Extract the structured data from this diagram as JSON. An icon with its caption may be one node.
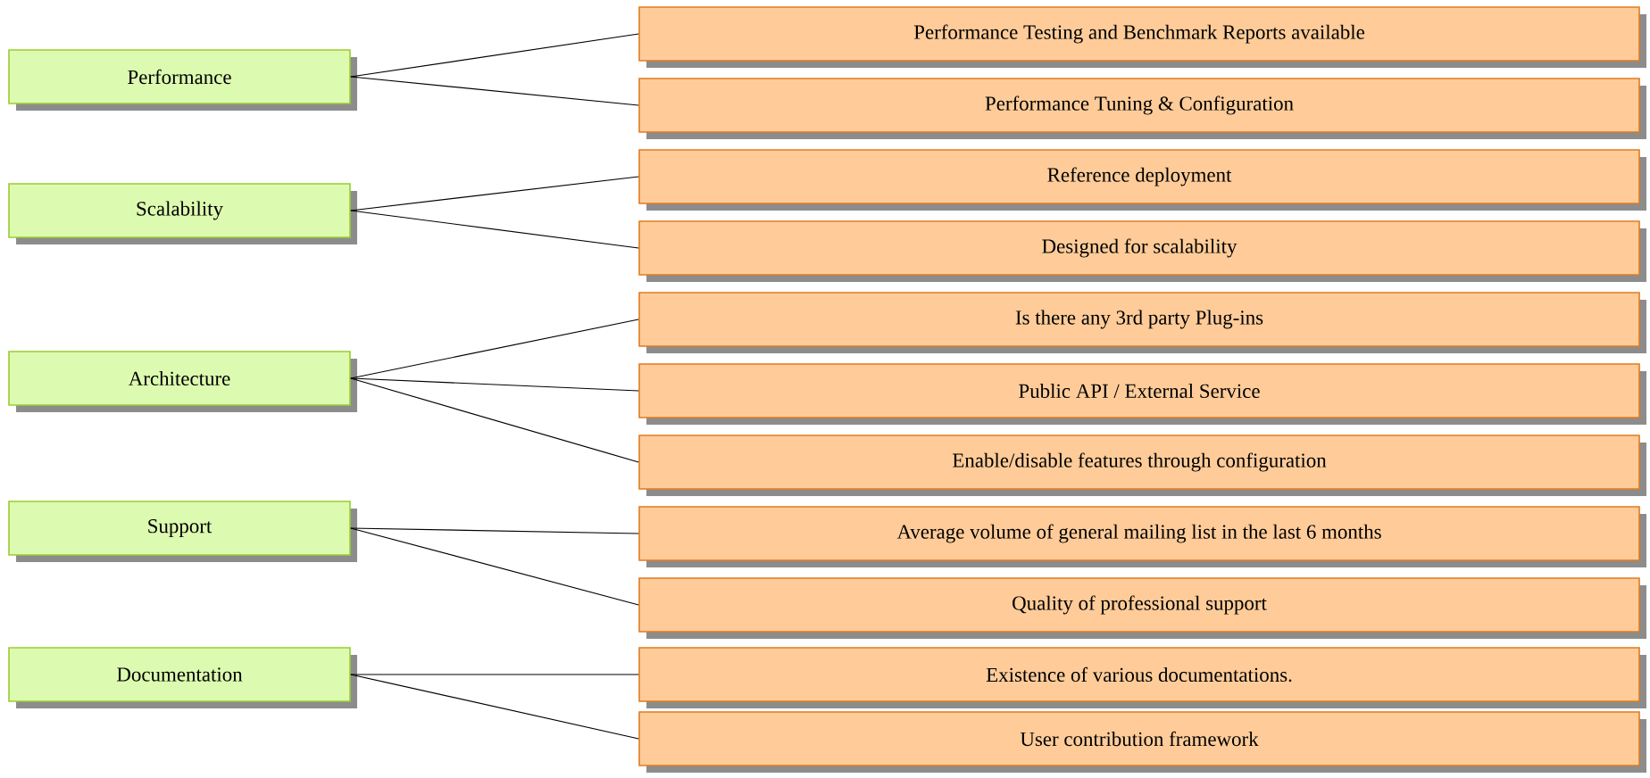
{
  "diagram": {
    "nodes": [
      {
        "text": [
          "Performance"
        ]
      },
      {
        "text": [
          "Performance Testing and Benchmark Reports available"
        ]
      },
      {
        "text": [
          "Performance Tuning & Configuration"
        ]
      },
      {
        "text": [
          "Scalability"
        ]
      },
      {
        "text": [
          "Reference deployment"
        ]
      },
      {
        "text": [
          "Designed for scalability"
        ]
      },
      {
        "text": [
          "Architecture"
        ]
      },
      {
        "text": [
          "Is there any 3rd party Plug-ins"
        ]
      },
      {
        "text": [
          "Public API / External Service"
        ]
      },
      {
        "text": [
          "Enable/disable features through configuration"
        ]
      },
      {
        "text": [
          "Support"
        ]
      },
      {
        "text": [
          "Average volume of general mailing list in the last 6 months"
        ]
      },
      {
        "text": [
          "Quality of professional support"
        ]
      },
      {
        "text": [
          "Documentation"
        ]
      },
      {
        "text": [
          "Existence of various documentations."
        ]
      },
      {
        "text": [
          "User contribution framework"
        ]
      }
    ],
    "edges": [
      {
        "from": 0,
        "to": 1,
        "arrow": "none"
      },
      {
        "from": 0,
        "to": 2,
        "arrow": "none"
      },
      {
        "from": 3,
        "to": 4,
        "arrow": "none"
      },
      {
        "from": 3,
        "to": 5,
        "arrow": "none"
      },
      {
        "from": 6,
        "to": 7,
        "arrow": "none"
      },
      {
        "from": 6,
        "to": 8,
        "arrow": "none"
      },
      {
        "from": 6,
        "to": 9,
        "arrow": "none"
      },
      {
        "from": 10,
        "to": 11,
        "arrow": "none"
      },
      {
        "from": 10,
        "to": 12,
        "arrow": "none"
      },
      {
        "from": 13,
        "to": 14,
        "arrow": "none"
      },
      {
        "from": 13,
        "to": 15,
        "arrow": "none"
      }
    ]
  }
}
